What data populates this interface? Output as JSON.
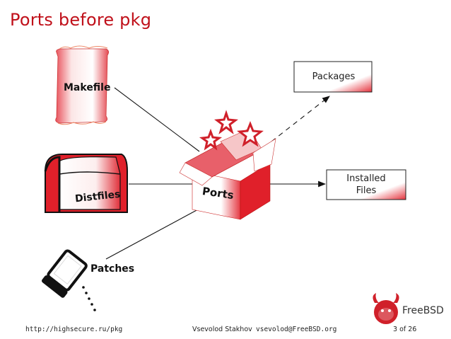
{
  "slide": {
    "title": "Ports before pkg"
  },
  "diagram": {
    "nodes": {
      "makefile": "Makefile",
      "distfiles": "Distfiles",
      "patches": "Patches",
      "ports": "Ports",
      "packages": "Packages",
      "installed_line1": "Installed",
      "installed_line2": "Files"
    },
    "colors": {
      "accent": "#c0101a",
      "box_red": "#e0202a",
      "line": "#222222"
    }
  },
  "logo": {
    "text": "FreeBSD"
  },
  "footer": {
    "url": "http://highsecure.ru/pkg",
    "author": "Vsevolod Stakhov",
    "email": "vsevolod@FreeBSD.org",
    "page": "3 of 26"
  }
}
